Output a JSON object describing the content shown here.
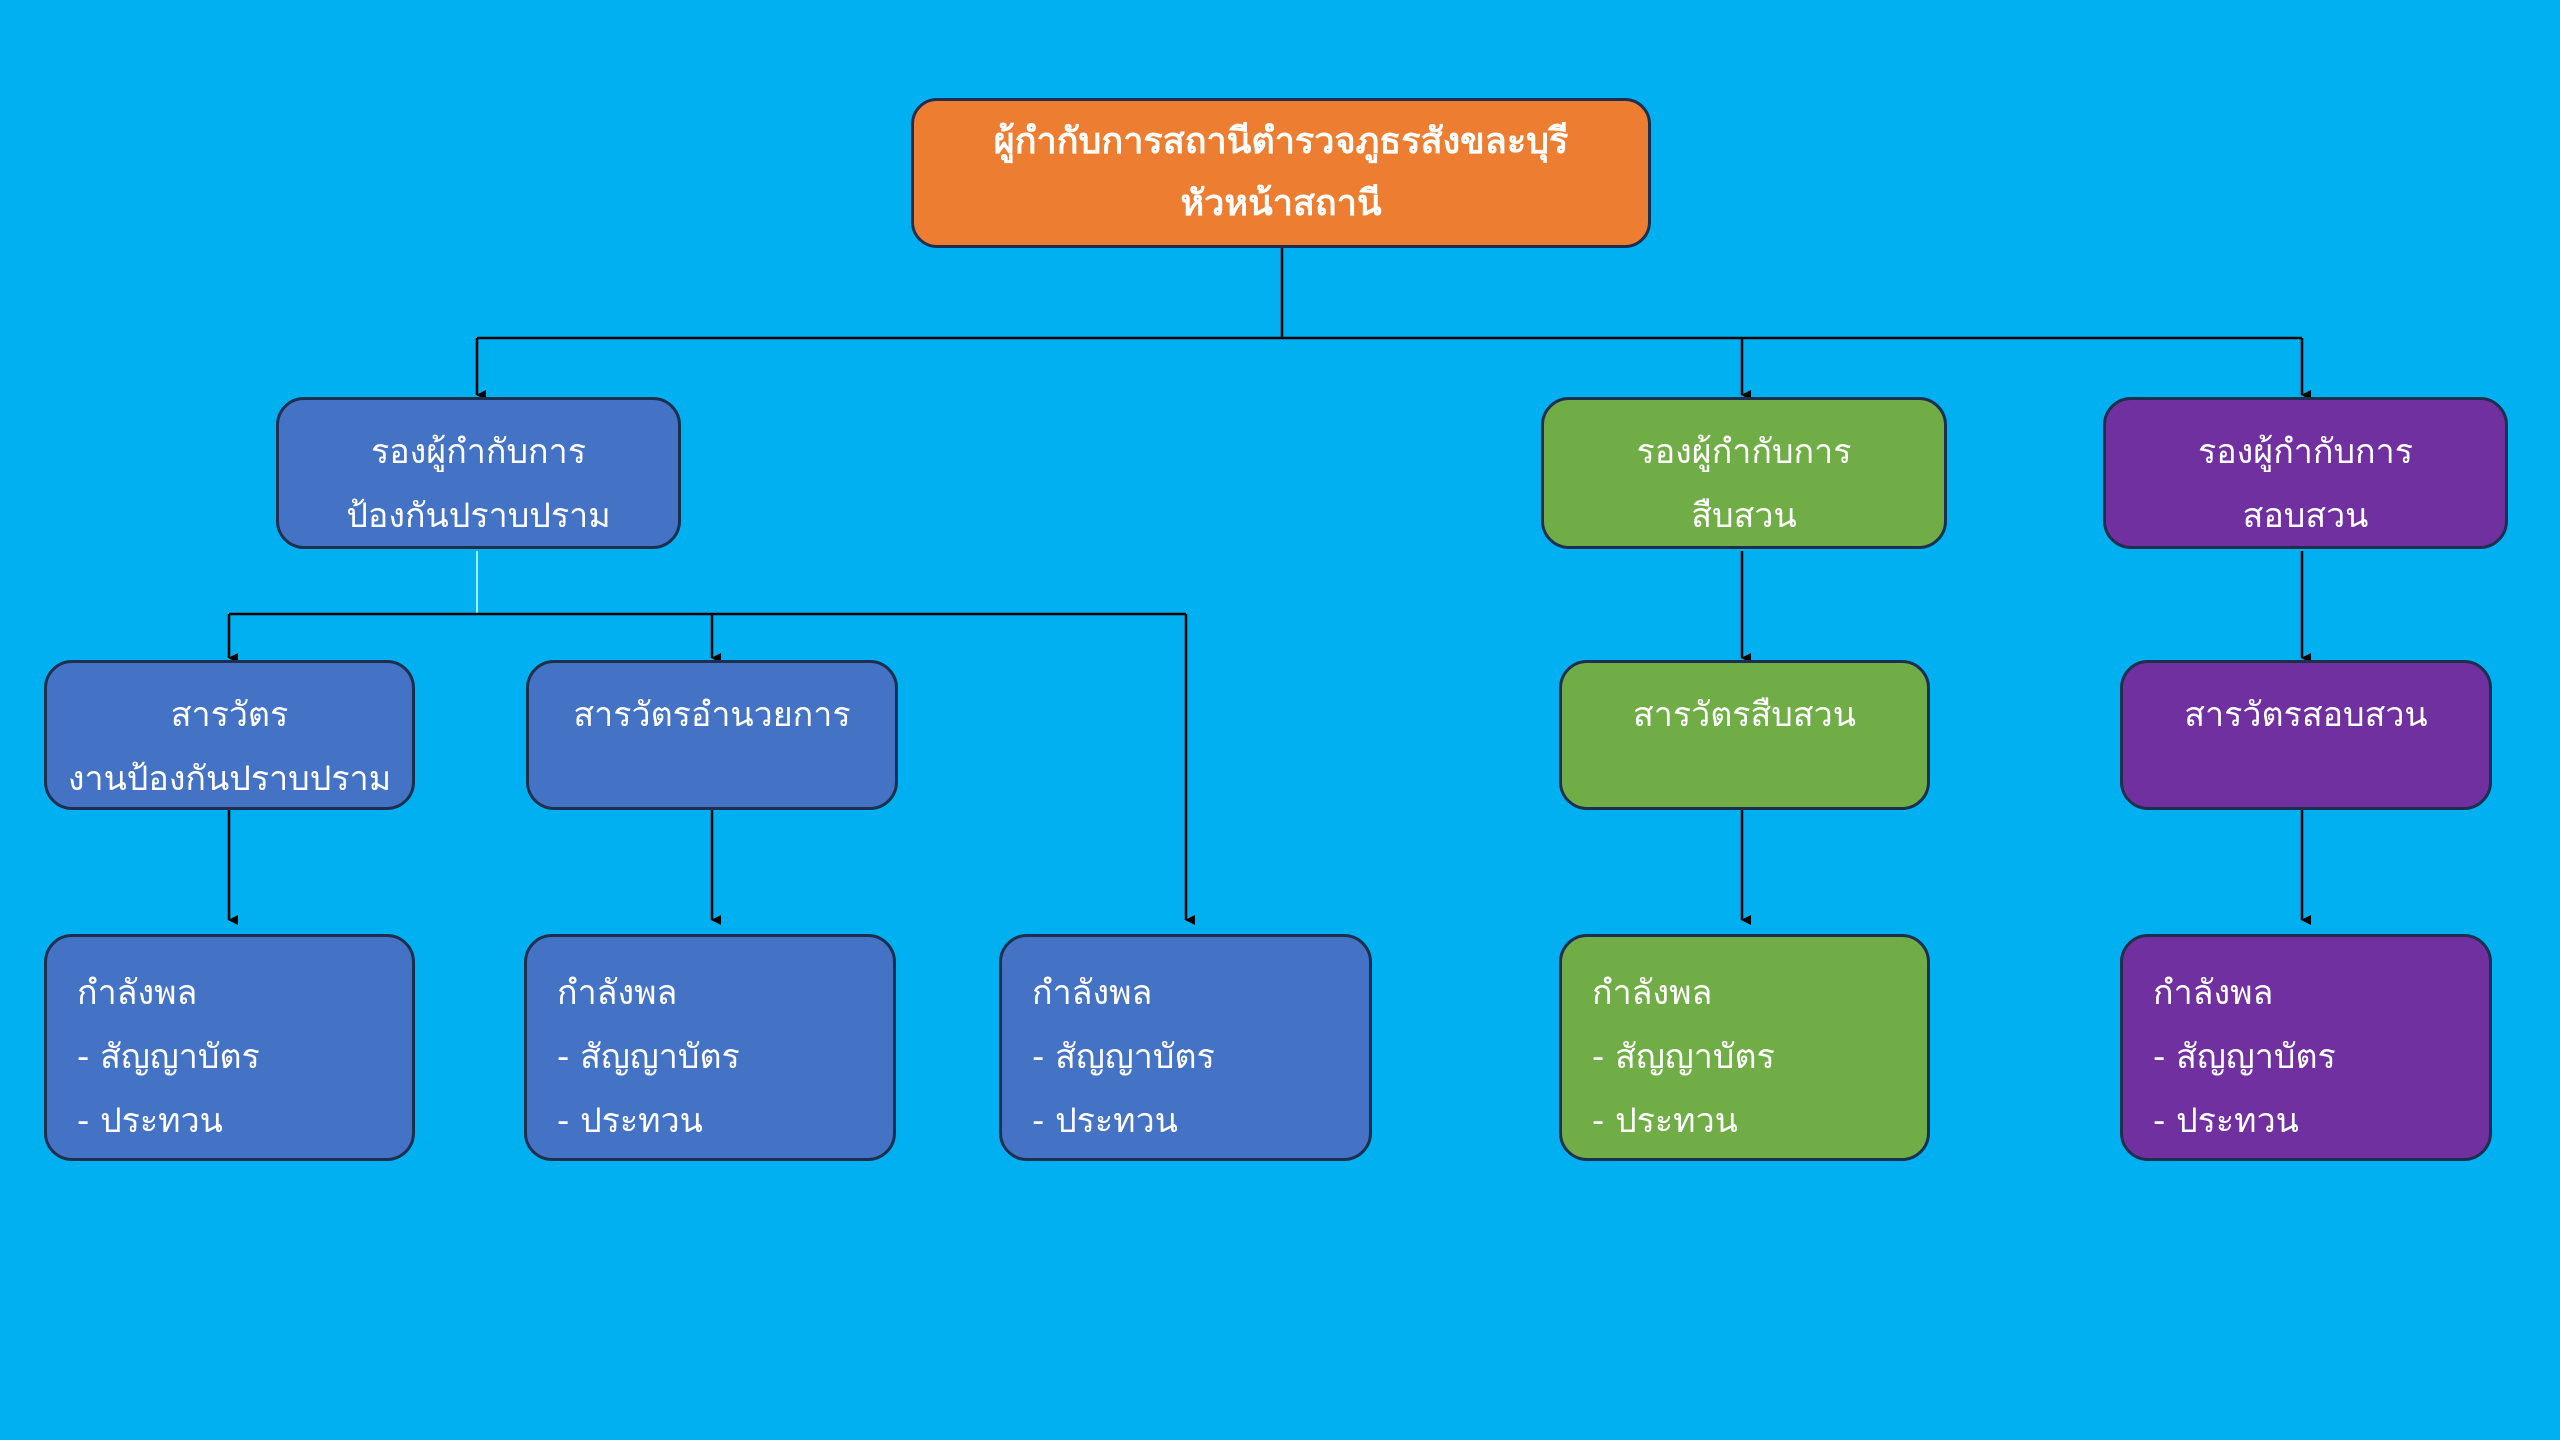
{
  "colors": {
    "background": "#00b0f0",
    "orange": "#ed7d31",
    "blue": "#4472c4",
    "green": "#70ad47",
    "purple": "#7030a0"
  },
  "top": {
    "line1": "ผู้กำกับการสถานีตำรวจภูธรสังขละบุรี",
    "line2": "หัวหน้าสถานี"
  },
  "deputies": [
    {
      "line1": "รองผู้กำกับการ",
      "line2": "ป้องกันปราบปราม"
    },
    {
      "line1": "รองผู้กำกับการ",
      "line2": "สืบสวน"
    },
    {
      "line1": "รองผู้กำกับการ",
      "line2": "สอบสวน"
    }
  ],
  "inspectors": [
    {
      "line1": "สารวัตร",
      "line2": "งานป้องกันปราบปราม"
    },
    {
      "line1": "สารวัตรอำนวยการ"
    },
    {
      "line1": "สารวัตรสืบสวน"
    },
    {
      "line1": "สารวัตรสอบสวน"
    }
  ],
  "personnel": [
    {
      "title": "กำลังพล",
      "items": [
        "- สัญญาบัตร",
        "- ประทวน"
      ]
    },
    {
      "title": "กำลังพล",
      "items": [
        "- สัญญาบัตร",
        "- ประทวน"
      ]
    },
    {
      "title": "กำลังพล",
      "items": [
        "- สัญญาบัตร",
        "- ประทวน"
      ]
    },
    {
      "title": "กำลังพล",
      "items": [
        "- สัญญาบัตร",
        "- ประทวน"
      ]
    },
    {
      "title": "กำลังพล",
      "items": [
        "- สัญญาบัตร",
        "- ประทวน"
      ]
    }
  ]
}
